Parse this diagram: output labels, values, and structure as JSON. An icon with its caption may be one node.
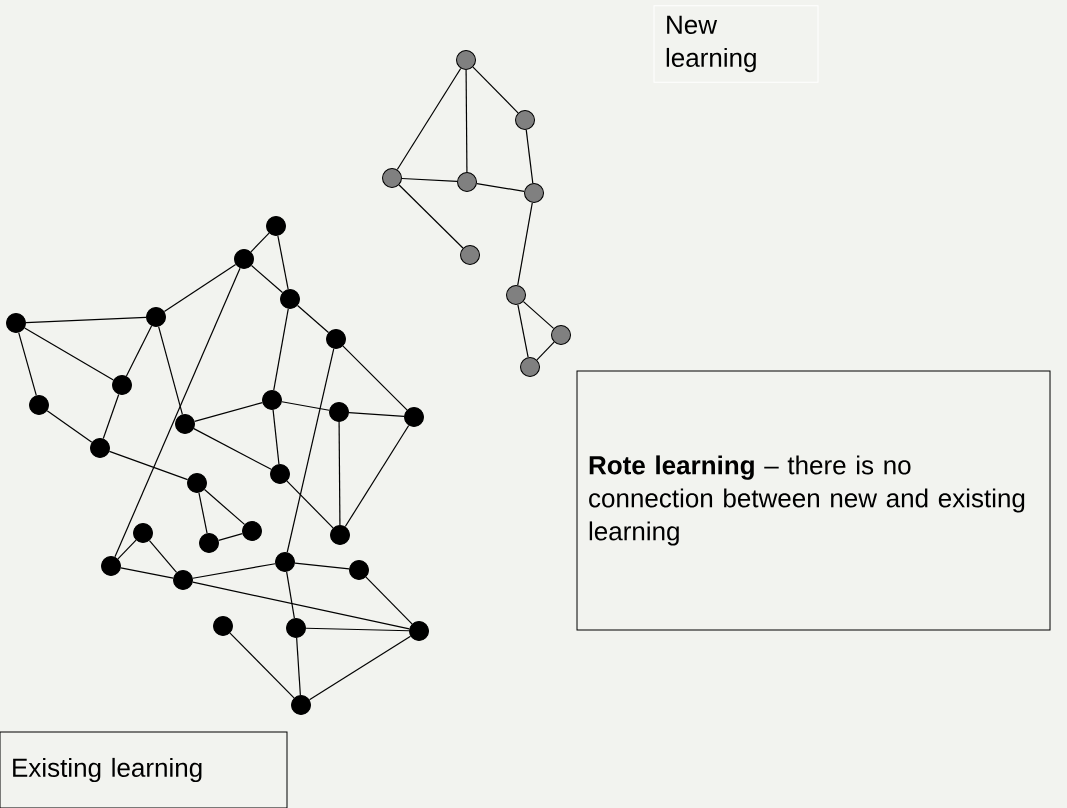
{
  "diagram": {
    "nodes": [
      {
        "text": [
          "New learning"
        ]
      },
      {
        "text": [],
        "shape": "circle"
      },
      {
        "text": [],
        "shape": "circle"
      },
      {
        "text": [],
        "shape": "circle"
      },
      {
        "text": [],
        "shape": "circle"
      },
      {
        "text": [],
        "shape": "circle"
      },
      {
        "text": [],
        "shape": "circle"
      },
      {
        "text": [],
        "shape": "circle"
      },
      {
        "text": [],
        "shape": "circle"
      },
      {
        "text": [],
        "shape": "circle"
      },
      {
        "text": [],
        "shape": "circle"
      },
      {
        "text": [],
        "shape": "circle"
      },
      {
        "text": [],
        "shape": "circle"
      },
      {
        "text": [],
        "shape": "circle"
      },
      {
        "text": [],
        "shape": "circle"
      },
      {
        "text": [],
        "shape": "circle"
      },
      {
        "text": [],
        "shape": "circle"
      },
      {
        "text": [],
        "shape": "circle"
      },
      {
        "text": [],
        "shape": "circle"
      },
      {
        "text": [],
        "shape": "circle"
      },
      {
        "text": [],
        "shape": "circle"
      },
      {
        "text": [],
        "shape": "circle"
      },
      {
        "text": [],
        "shape": "circle"
      },
      {
        "text": [],
        "shape": "circle"
      },
      {
        "text": [],
        "shape": "circle"
      },
      {
        "text": [],
        "shape": "circle"
      },
      {
        "text": [],
        "shape": "circle"
      },
      {
        "text": [],
        "shape": "circle"
      },
      {
        "text": [],
        "shape": "circle"
      },
      {
        "text": [],
        "shape": "circle"
      },
      {
        "text": [],
        "shape": "circle"
      },
      {
        "text": [],
        "shape": "circle"
      },
      {
        "text": [],
        "shape": "circle"
      },
      {
        "text": [],
        "shape": "circle"
      },
      {
        "text": [],
        "shape": "circle"
      },
      {
        "text": [],
        "shape": "circle"
      },
      {
        "text": [],
        "shape": "circle"
      },
      {
        "text": [
          "**Rote learning** – there is no connection between new and existing learning"
        ]
      },
      {
        "text": [
          "Existing learning"
        ]
      }
    ],
    "edges": [
      {
        "from": 1,
        "to": 3,
        "arrow": "none"
      },
      {
        "from": 1,
        "to": 4,
        "arrow": "none"
      },
      {
        "from": 1,
        "to": 2,
        "arrow": "none"
      },
      {
        "from": 2,
        "to": 5,
        "arrow": "none"
      },
      {
        "from": 3,
        "to": 4,
        "arrow": "none"
      },
      {
        "from": 4,
        "to": 5,
        "arrow": "none"
      },
      {
        "from": 3,
        "to": 6,
        "arrow": "none"
      },
      {
        "from": 5,
        "to": 7,
        "arrow": "none"
      },
      {
        "from": 7,
        "to": 8,
        "arrow": "none"
      },
      {
        "from": 7,
        "to": 9,
        "arrow": "none"
      },
      {
        "from": 8,
        "to": 9,
        "arrow": "none"
      },
      {
        "from": 10,
        "to": 11,
        "arrow": "none"
      },
      {
        "from": 10,
        "to": 12,
        "arrow": "none"
      },
      {
        "from": 11,
        "to": 12,
        "arrow": "none"
      },
      {
        "from": 11,
        "to": 14,
        "arrow": "none"
      },
      {
        "from": 11,
        "to": 29,
        "arrow": "none"
      },
      {
        "from": 13,
        "to": 14,
        "arrow": "none"
      },
      {
        "from": 13,
        "to": 16,
        "arrow": "none"
      },
      {
        "from": 13,
        "to": 17,
        "arrow": "none"
      },
      {
        "from": 14,
        "to": 16,
        "arrow": "none"
      },
      {
        "from": 14,
        "to": 21,
        "arrow": "none"
      },
      {
        "from": 16,
        "to": 22,
        "arrow": "none"
      },
      {
        "from": 17,
        "to": 22,
        "arrow": "none"
      },
      {
        "from": 22,
        "to": 24,
        "arrow": "none"
      },
      {
        "from": 12,
        "to": 15,
        "arrow": "none"
      },
      {
        "from": 12,
        "to": 18,
        "arrow": "none"
      },
      {
        "from": 15,
        "to": 20,
        "arrow": "none"
      },
      {
        "from": 15,
        "to": 30,
        "arrow": "none"
      },
      {
        "from": 21,
        "to": 18,
        "arrow": "none"
      },
      {
        "from": 21,
        "to": 23,
        "arrow": "none"
      },
      {
        "from": 18,
        "to": 19,
        "arrow": "none"
      },
      {
        "from": 18,
        "to": 23,
        "arrow": "none"
      },
      {
        "from": 19,
        "to": 20,
        "arrow": "none"
      },
      {
        "from": 19,
        "to": 28,
        "arrow": "none"
      },
      {
        "from": 20,
        "to": 28,
        "arrow": "none"
      },
      {
        "from": 23,
        "to": 28,
        "arrow": "none"
      },
      {
        "from": 24,
        "to": 27,
        "arrow": "none"
      },
      {
        "from": 24,
        "to": 26,
        "arrow": "none"
      },
      {
        "from": 27,
        "to": 26,
        "arrow": "none"
      },
      {
        "from": 25,
        "to": 29,
        "arrow": "none"
      },
      {
        "from": 25,
        "to": 31,
        "arrow": "none"
      },
      {
        "from": 29,
        "to": 31,
        "arrow": "none"
      },
      {
        "from": 31,
        "to": 30,
        "arrow": "none"
      },
      {
        "from": 31,
        "to": 35,
        "arrow": "none"
      },
      {
        "from": 30,
        "to": 32,
        "arrow": "none"
      },
      {
        "from": 30,
        "to": 34,
        "arrow": "none"
      },
      {
        "from": 32,
        "to": 35,
        "arrow": "none"
      },
      {
        "from": 34,
        "to": 35,
        "arrow": "none"
      },
      {
        "from": 34,
        "to": 36,
        "arrow": "none"
      },
      {
        "from": 33,
        "to": 36,
        "arrow": "none"
      },
      {
        "from": 35,
        "to": 36,
        "arrow": "none"
      }
    ]
  }
}
